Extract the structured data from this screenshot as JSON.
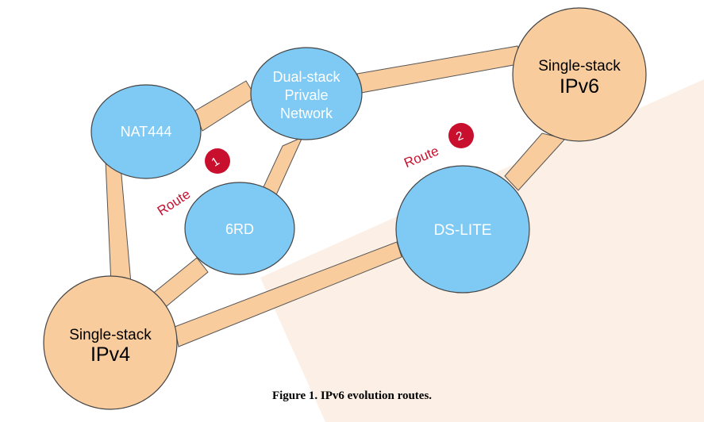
{
  "nodes": {
    "ipv4": {
      "line1": "Single-stack",
      "line2": "IPv4"
    },
    "ipv6": {
      "line1": "Single-stack",
      "line2": "IPv6"
    },
    "nat444": {
      "label": "NAT444"
    },
    "dual_stack": {
      "line1": "Dual-stack",
      "line2": "Privale",
      "line3": "Network"
    },
    "six_rd": {
      "label": "6RD"
    },
    "ds_lite": {
      "label": "DS-LITE"
    }
  },
  "routes": [
    {
      "label": "Route",
      "number": "1"
    },
    {
      "label": "Route",
      "number": "2"
    }
  ],
  "caption": "Figure 1. IPv6 evolution routes.",
  "colors": {
    "blue_node": "#7ecaf4",
    "orange_node": "#f9cc9e",
    "connector": "#f9cc9e",
    "route_red": "#c8102e",
    "background_wedge": "#fcefe5"
  }
}
